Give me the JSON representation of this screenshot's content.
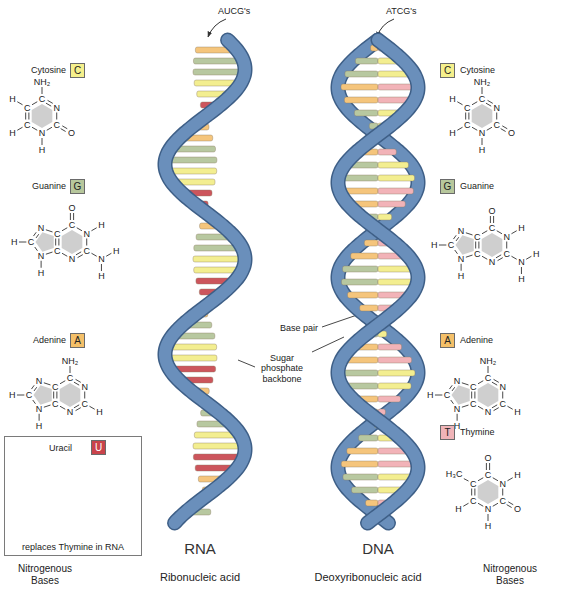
{
  "diagram": {
    "nodes": [
      {
        "text": [
          "C"
        ]
      },
      {
        "text": [
          "G"
        ]
      },
      {
        "text": [
          "A"
        ]
      },
      {
        "text": [
          "Uracil",
          "replaces Thymine in RNA"
        ]
      },
      {
        "text": [
          "U"
        ],
        "in": 3
      },
      {
        "text": [
          "C"
        ]
      },
      {
        "text": [
          "G"
        ]
      },
      {
        "text": [
          "A"
        ]
      },
      {
        "text": [
          "T"
        ]
      }
    ],
    "labels": [
      "AUCG's",
      "ATCG's",
      "Cytosine",
      "Guanine",
      "Adenine",
      "Cytosine",
      "Guanine",
      "Adenine",
      "Thymine",
      "Base pair",
      "Sugar phosphate backbone",
      "RNA",
      "Ribonucleic acid",
      "DNA",
      "Deoxyribonucleic acid",
      "Nitrogenous Bases",
      "Nitrogenous Bases",
      "NH₂",
      "C",
      "N",
      "C",
      "O",
      "N",
      "H",
      "C",
      "H",
      "C",
      "H",
      "O",
      "C",
      "N",
      "H",
      "C",
      "N",
      "H",
      "H",
      "N",
      "C",
      "C",
      "N",
      "C",
      "H",
      "N",
      "H",
      "NH₂",
      "C",
      "N",
      "C",
      "H",
      "N",
      "C",
      "C",
      "N",
      "C",
      "H",
      "N",
      "H",
      "O",
      "C",
      "N",
      "H",
      "C",
      "O",
      "N",
      "H",
      "C",
      "H",
      "C",
      "H",
      "NH₂",
      "C",
      "N",
      "C",
      "O",
      "N",
      "H",
      "C",
      "H",
      "C",
      "H",
      "O",
      "C",
      "N",
      "H",
      "C",
      "N",
      "H",
      "H",
      "N",
      "C",
      "C",
      "N",
      "C",
      "H",
      "N",
      "H",
      "NH₂",
      "C",
      "N",
      "C",
      "H",
      "N",
      "C",
      "C",
      "N",
      "C",
      "H",
      "N",
      "H",
      "O",
      "C",
      "N",
      "H",
      "C",
      "O",
      "N",
      "H",
      "C",
      "H",
      "C",
      "H₃C"
    ]
  }
}
